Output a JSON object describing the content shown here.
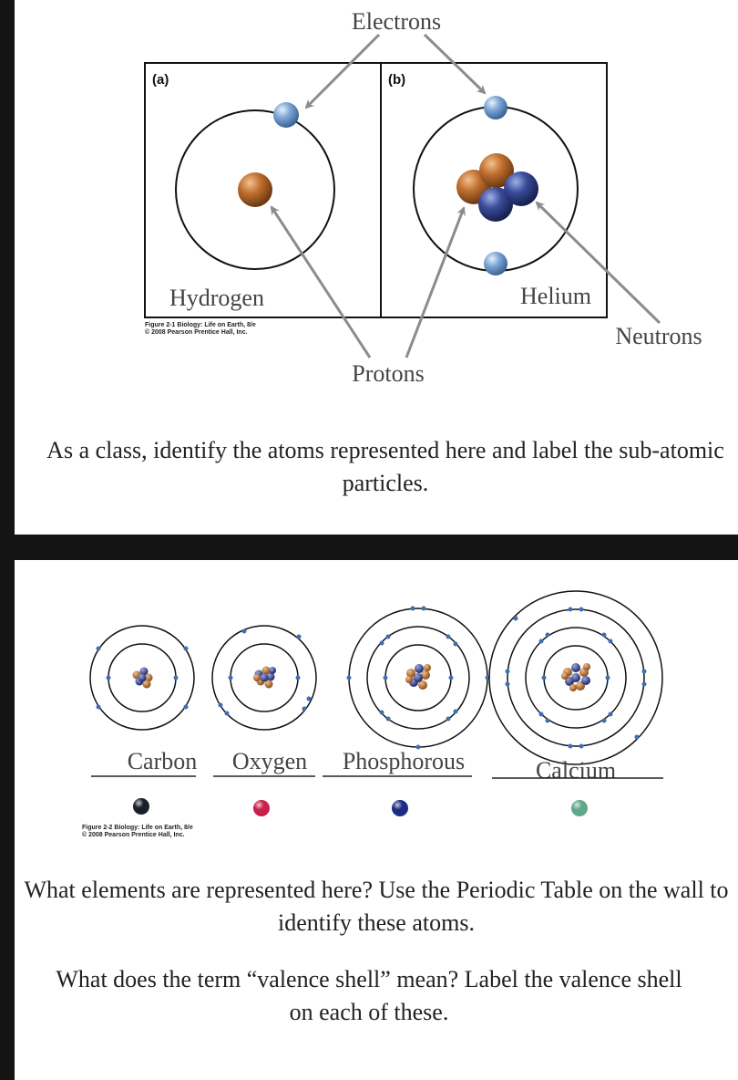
{
  "slide1": {
    "labels": {
      "electrons": "Electrons",
      "protons": "Protons",
      "neutrons": "Neutrons",
      "panel_a": "(a)",
      "panel_b": "(b)",
      "hydrogen": "Hydrogen",
      "helium": "Helium"
    },
    "figure_caption": {
      "line1": "Figure 2-1  Biology: Life on Earth, 8/e",
      "line2": "© 2008 Pearson Prentice Hall, Inc."
    },
    "question": "As a class, identify the atoms represented here and label the sub-atomic particles."
  },
  "slide2": {
    "atoms": [
      {
        "label": "Carbon",
        "dot_color": "#1a1f2b"
      },
      {
        "label": "Oxygen",
        "dot_color": "#c8204a"
      },
      {
        "label": "Phosphorous",
        "dot_color": "#1d2b82"
      },
      {
        "label": "Calcium",
        "dot_color": "#5fa88c"
      }
    ],
    "figure_caption": {
      "line1": "Figure 2-2  Biology: Life on Earth, 8/e",
      "line2": "© 2008 Pearson Prentice Hall, Inc."
    },
    "question1": "What elements are represented here? Use the Periodic Table on the wall to identify these atoms.",
    "question2": "What does the term “valence shell” mean? Label the valence shell\non each of these."
  },
  "colors": {
    "background": "#141414",
    "slide": "#ffffff",
    "electron": "#6f9bd0",
    "proton": "#b5652a",
    "neutron": "#2f3f8a",
    "arrow": "#8c8c8c"
  }
}
